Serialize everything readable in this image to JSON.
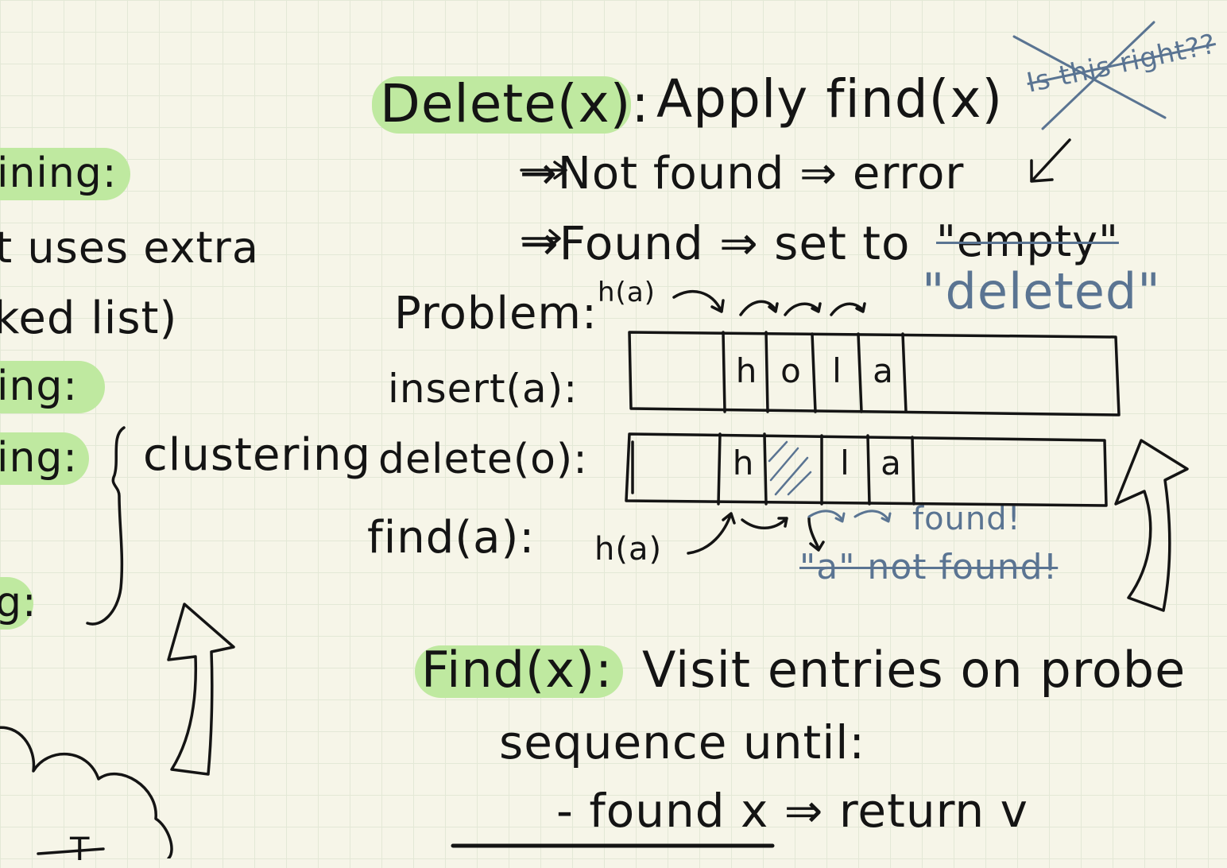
{
  "left_fragments": {
    "chaining": "ining:",
    "uses_extra": "t uses extra",
    "linked_list": "ked list)",
    "probing1": "ing:",
    "probing2": "ing:",
    "clustering": "clustering",
    "probing3": "g:",
    "bottom_fragment": "T"
  },
  "delete": {
    "label": "Delete(x):",
    "line1": "Apply find(x)",
    "line2": "→Not found ⇒ error",
    "line3_prefix": "→Found ⇒ set to",
    "struck_word": "\"empty\"",
    "replacement": "\"deleted\"",
    "margin_question": "Is this right??"
  },
  "problem": {
    "label": "Problem:",
    "hash_label": "h(a)",
    "rows": [
      {
        "label": "insert(a):",
        "cells": [
          "h",
          "o",
          "l",
          "a"
        ]
      },
      {
        "label": "delete(o):",
        "cells": [
          "h",
          "",
          "l",
          "a"
        ]
      },
      {
        "label": "find(a):",
        "hash": "h(a)"
      }
    ],
    "found_note": "found!",
    "not_found_note": "\"a\" not found!"
  },
  "find": {
    "label": "Find(x):",
    "line1": "Visit entries on probe",
    "line2": "sequence until:",
    "line3": "- found x  ⇒  return v"
  },
  "colors": {
    "ink": "#141414",
    "highlight": "#bfe9a0",
    "blue_ink": "#5a7492",
    "paper": "#f6f5e8",
    "grid": "#e3e8d6"
  }
}
